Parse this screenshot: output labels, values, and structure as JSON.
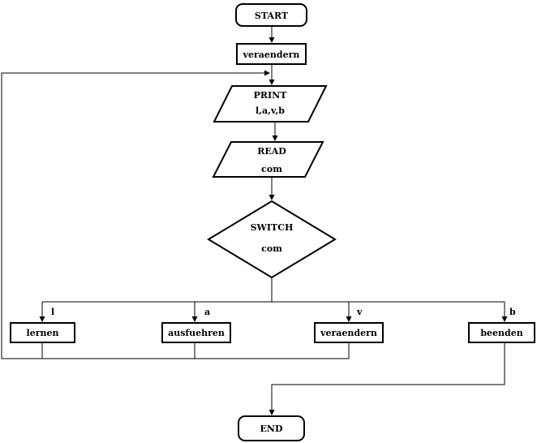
{
  "nodes": {
    "start": "START",
    "init": "veraendern",
    "print_title": "PRINT",
    "print_args": "l,a,v,b",
    "read_title": "READ",
    "read_args": "com",
    "switch_title": "SWITCH",
    "switch_args": "com",
    "case_l": "lernen",
    "case_a": "ausfuehren",
    "case_v": "veraendern",
    "case_b": "beenden",
    "end": "END"
  },
  "edge_labels": {
    "l": "l",
    "a": "a",
    "v": "v",
    "b": "b"
  }
}
